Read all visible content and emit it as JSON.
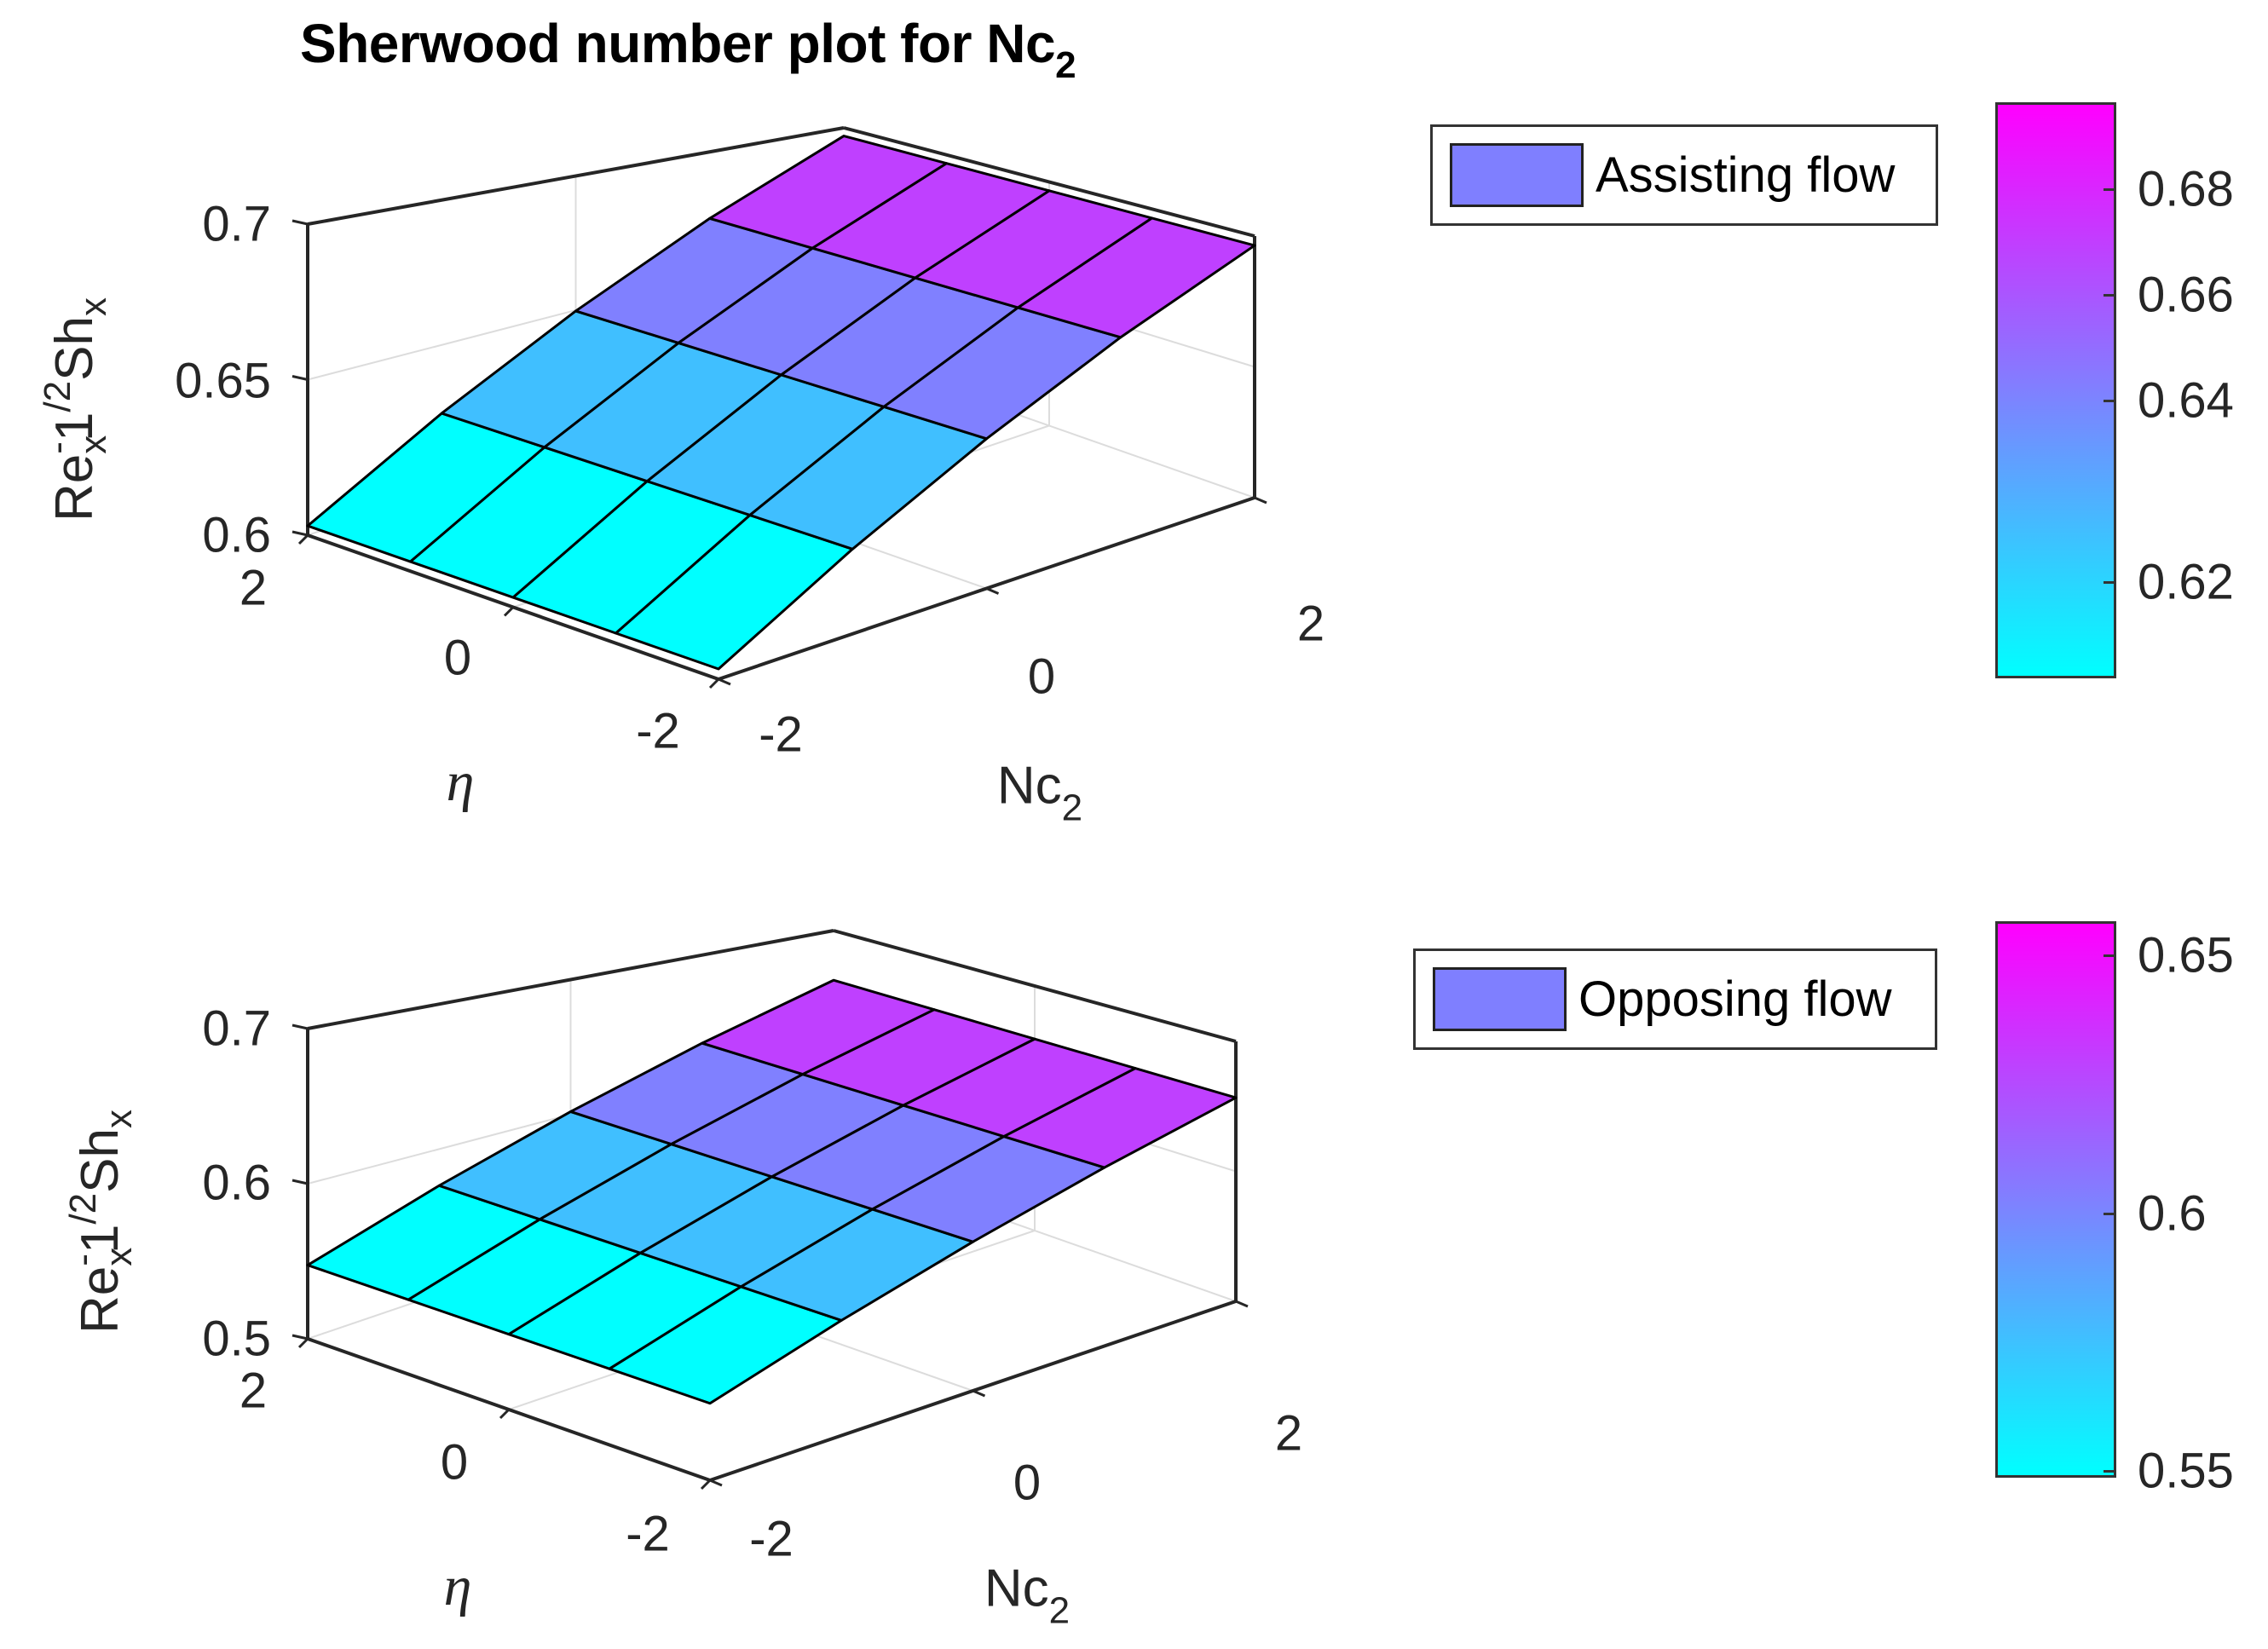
{
  "figure": {
    "title_main": "Sherwood number plot for Nc",
    "title_sub": "2"
  },
  "chart_data": [
    {
      "type": "surface",
      "title": "Sherwood number plot for Nc2",
      "legend": "Assisting flow",
      "xlabel": "η",
      "ylabel_text": "Nc2",
      "zlabel": "Re_x^-1/2 Sh_x",
      "eta": [
        -2,
        -1,
        0,
        1,
        2
      ],
      "nc2": [
        -2,
        -1,
        0,
        1,
        2
      ],
      "z_by_nc2": [
        0.603,
        0.6264,
        0.6497,
        0.6731,
        0.6964
      ],
      "zlim": [
        0.6,
        0.7
      ],
      "zticks": [
        0.6,
        0.65,
        0.7
      ],
      "zticklabels": [
        "0.6",
        "0.65",
        "0.7"
      ],
      "eta_ticks": [
        "2",
        "0",
        "-2"
      ],
      "nc2_ticks": [
        "-2",
        "0",
        "2"
      ],
      "colorbar": {
        "range": [
          0.6054,
          0.6933
        ],
        "ticks": [
          0.62,
          0.64,
          0.66,
          0.68
        ],
        "ticklabels": [
          "0.62",
          "0.64",
          "0.66",
          "0.68"
        ]
      },
      "grid": true
    },
    {
      "type": "surface",
      "legend": "Opposing flow",
      "xlabel": "η",
      "ylabel_text": "Nc2",
      "zlabel": "Re_x^-1/2 Sh_x",
      "eta": [
        -2,
        -1,
        0,
        1,
        2
      ],
      "nc2": [
        -2,
        -1,
        0,
        1,
        2
      ],
      "z_by_nc2": [
        0.5475,
        0.5748,
        0.6021,
        0.6294,
        0.6567
      ],
      "zlim": [
        0.5,
        0.7
      ],
      "zticks": [
        0.5,
        0.6,
        0.7
      ],
      "zticklabels": [
        "0.5",
        "0.6",
        "0.7"
      ],
      "eta_ticks": [
        "2",
        "0",
        "-2"
      ],
      "nc2_ticks": [
        "-2",
        "0",
        "2"
      ],
      "colorbar": {
        "range": [
          0.5487,
          0.6566
        ],
        "ticks": [
          0.55,
          0.6,
          0.65
        ],
        "ticklabels": [
          "0.55",
          "0.6",
          "0.65"
        ]
      },
      "grid": true
    }
  ],
  "plots": [
    {
      "legend_label": "Assisting flow",
      "ylabel": {
        "base": "Re",
        "sub1": "x",
        "sup1": "-",
        "mid": "1",
        "sup2": "/2",
        "main": "Sh",
        "sub2": "x"
      },
      "eta_label": "η",
      "nc2_label_main": "Nc",
      "nc2_label_sub": "2",
      "zticks": [
        "0.7",
        "0.65",
        "0.6"
      ],
      "eta_ticks": [
        "2",
        "0",
        "-2"
      ],
      "nc2_ticks": [
        "-2",
        "0",
        "2"
      ],
      "cbar_ticks": [
        "0.68",
        "0.66",
        "0.64",
        "0.62"
      ]
    },
    {
      "legend_label": "Opposing flow",
      "ylabel": {
        "base": "Re",
        "sub1": "x",
        "sup1": "-",
        "mid": "1",
        "sup2": "/2",
        "main": "Sh",
        "sub2": "x"
      },
      "eta_label": "η",
      "nc2_label_main": "Nc",
      "nc2_label_sub": "2",
      "zticks": [
        "0.7",
        "0.6",
        "0.5"
      ],
      "eta_ticks": [
        "2",
        "0",
        "-2"
      ],
      "nc2_ticks": [
        "-2",
        "0",
        "2"
      ],
      "cbar_ticks": [
        "0.65",
        "0.6",
        "0.55"
      ]
    }
  ],
  "colors": {
    "cell_levels": [
      "#00FFFF",
      "#40BFFF",
      "#8080FF",
      "#BF40FF"
    ],
    "legend_swatch": "#7F7FFF",
    "colormap_top": "#FF00FF",
    "colormap_bottom": "#00FFFF",
    "axis": "#262626",
    "grid": "#DCDCDC"
  }
}
